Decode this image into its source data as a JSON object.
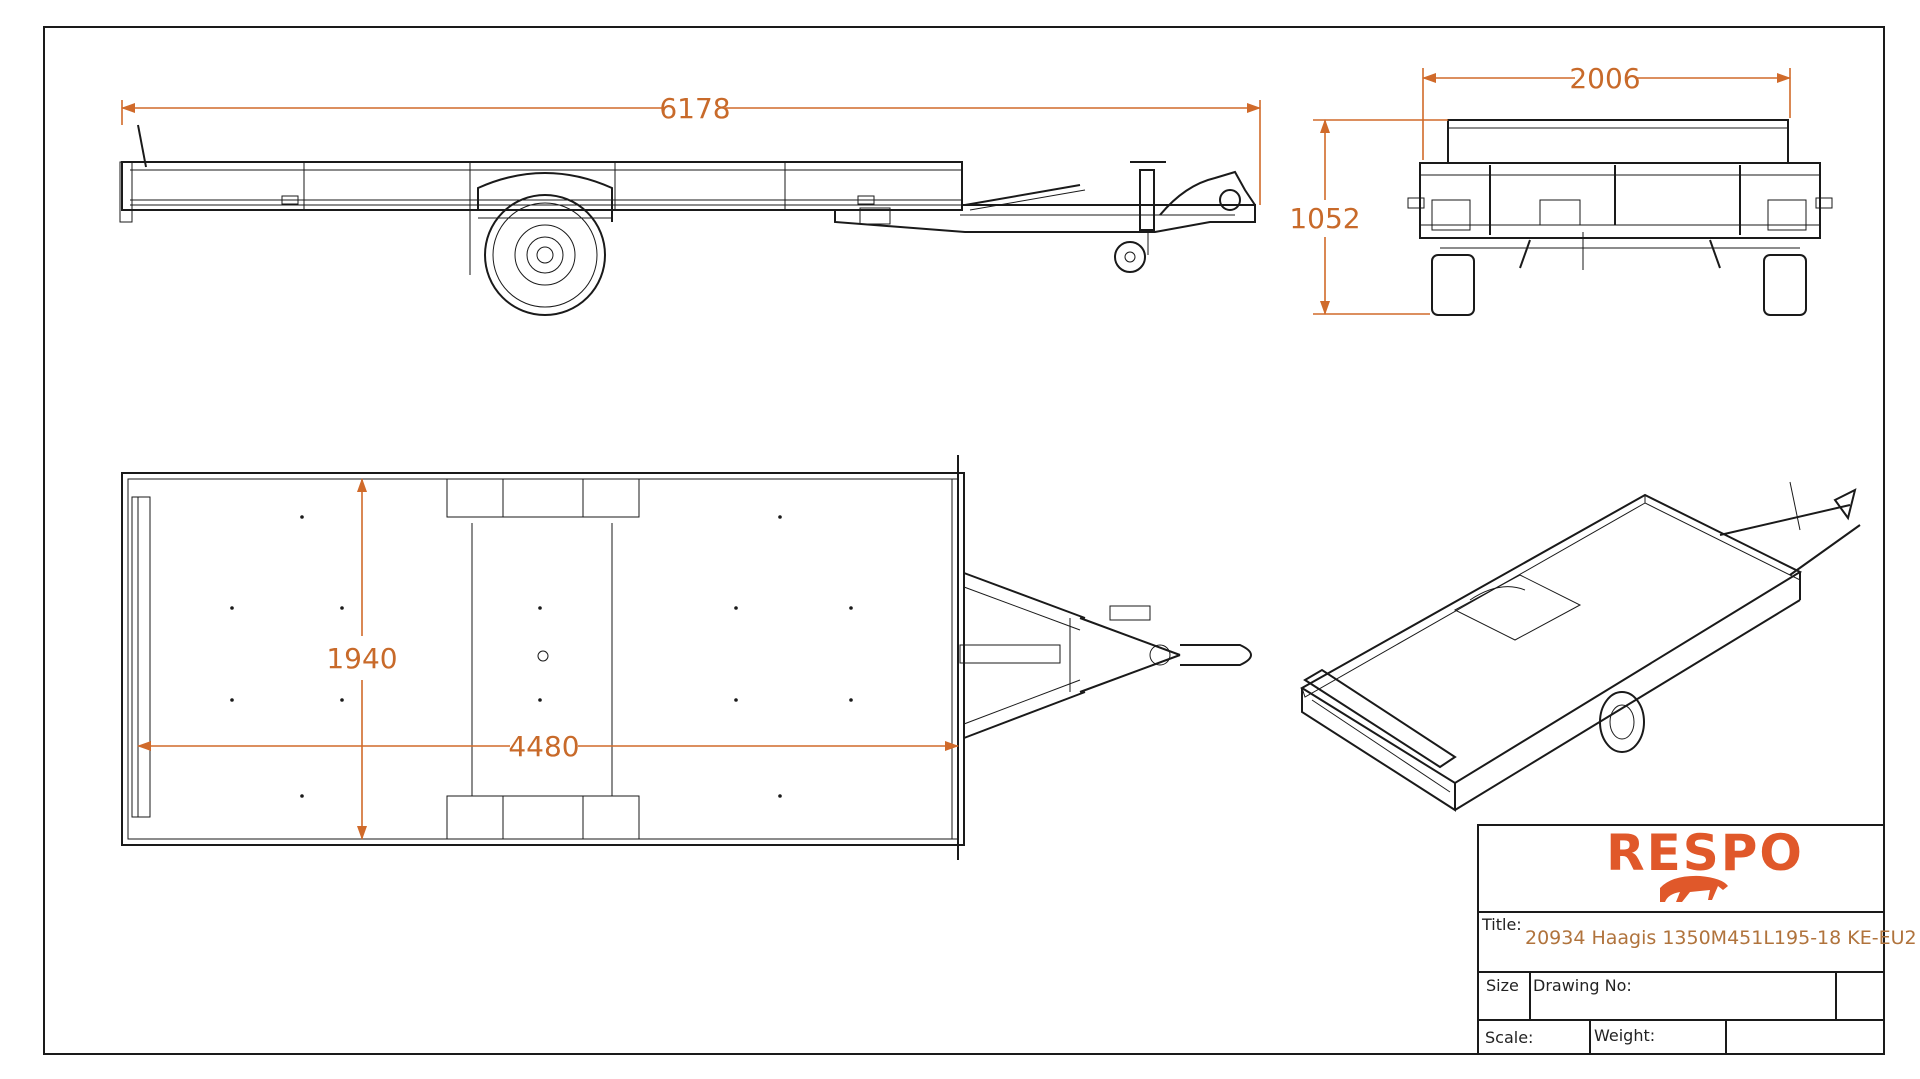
{
  "dimensions": {
    "overall_length": "6178",
    "overall_width": "2006",
    "height": "1052",
    "deck_width": "1940",
    "deck_length": "4480"
  },
  "title_block": {
    "brand": "RESPO",
    "title_label": "Title:",
    "title_value": "20934 Haagis 1350M451L195-18 KE-EU2",
    "size_label": "Size",
    "drawing_no_label": "Drawing No:",
    "scale_label": "Scale:",
    "weight_label": "Weight:"
  },
  "colors": {
    "dimension": "#d06a2a",
    "brand": "#e0582a",
    "line": "#1a1a1a"
  }
}
